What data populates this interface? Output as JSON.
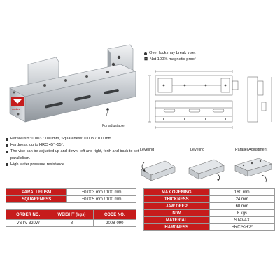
{
  "notes": {
    "over_lock": "Over lock may break vise.",
    "magnetic": "Not 100% magnetic proof"
  },
  "photo": {
    "brand": "vertex",
    "adjust_label": "For adjustable"
  },
  "bullets": [
    "Parallelism: 0.003 / 100 mm, Squareness: 0.005 / 100 mm.",
    "Hardness: up to HRC 45°~55°.",
    "The vise can be adjusted up and down, left and right, forth and back to set parallelism.",
    "High water pressure resistance."
  ],
  "diagrams": {
    "leveling1": "Leveling",
    "leveling2": "Leveling",
    "parallel": "Parallel Adjustment"
  },
  "table_accuracy": {
    "rows": [
      {
        "label": "PARALLELISM",
        "value": "±0.003 mm / 100 mm"
      },
      {
        "label": "SQUARENESS",
        "value": "±0.005 mm / 100 mm"
      }
    ]
  },
  "table_order": {
    "headers": [
      "ORDER NO.",
      "WEIGHT (kgs)",
      "CODE NO."
    ],
    "row": [
      "VSTV-320W",
      "8",
      "2008-090"
    ]
  },
  "table_specs": {
    "rows": [
      {
        "label": "MAX.OPENING",
        "value": "160 mm"
      },
      {
        "label": "THICKNESS",
        "value": "24 mm"
      },
      {
        "label": "JAW DEEP",
        "value": "60 mm"
      },
      {
        "label": "N.W",
        "value": "8 kgs"
      },
      {
        "label": "MATERIAL",
        "value": "STAVAX"
      },
      {
        "label": "HARDNESS",
        "value": "HRC 52±2°"
      }
    ]
  },
  "colors": {
    "header_red": "#c61c1c",
    "steel": "#c8ccd0"
  }
}
